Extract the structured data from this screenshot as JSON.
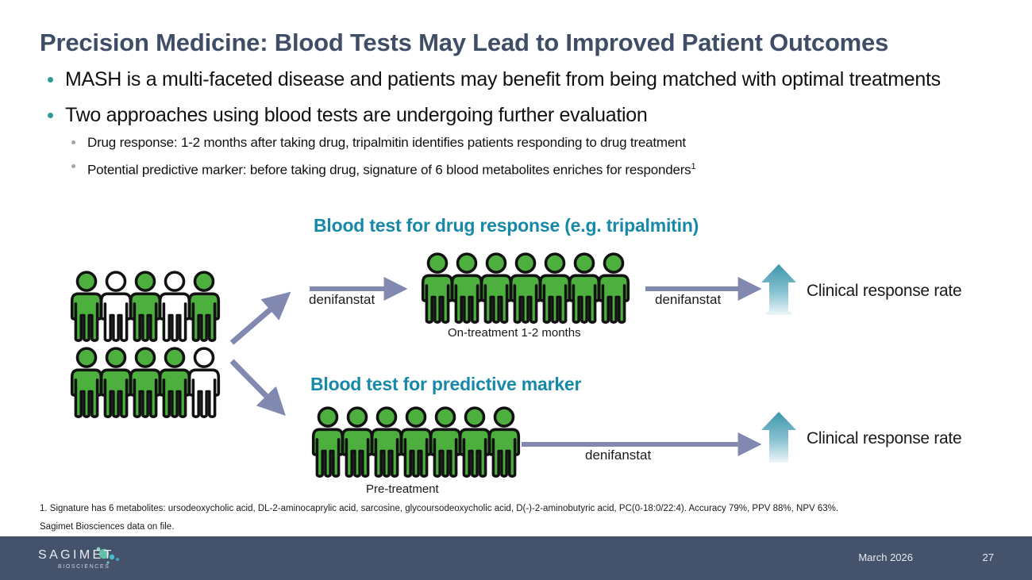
{
  "slide": {
    "title": "Precision Medicine: Blood Tests May Lead to Improved Patient Outcomes",
    "bullets": [
      {
        "level": 1,
        "text": "MASH is a multi-faceted disease and patients may benefit from being matched with optimal treatments"
      },
      {
        "level": 1,
        "text": "Two approaches using blood tests are undergoing further evaluation"
      },
      {
        "level": 2,
        "text": "Drug response: 1-2 months after taking drug, tripalmitin identifies patients responding to drug treatment"
      },
      {
        "level": 2,
        "text": "Potential predictive marker: before taking drug, signature of 6 blood metabolites enriches for responders",
        "superscript": "1"
      }
    ]
  },
  "diagram": {
    "heading_drug_response": "Blood test for drug response (e.g. tripalmitin)",
    "heading_predictive_marker": "Blood test for predictive marker",
    "baseline_group": {
      "row1": [
        "green",
        "white",
        "green",
        "white",
        "green"
      ],
      "row2": [
        "green",
        "green",
        "green",
        "green",
        "white"
      ]
    },
    "drug_response_branch": {
      "arrow_label": "denifanstat",
      "people": [
        "green",
        "green",
        "green",
        "green",
        "green",
        "green",
        "green"
      ],
      "group_label": "On-treatment 1-2 months",
      "outcome_arrow_label": "denifanstat",
      "outcome_label": "Clinical response rate",
      "outcome_direction": "up"
    },
    "predictive_marker_branch": {
      "people": [
        "green",
        "green",
        "green",
        "green",
        "green",
        "green",
        "green"
      ],
      "group_label": "Pre-treatment",
      "outcome_arrow_label": "denifanstat",
      "outcome_label": "Clinical response rate",
      "outcome_direction": "up"
    }
  },
  "footnotes": [
    "1. Signature has 6 metabolites: ursodeoxycholic acid, DL-2-aminocaprylic acid, sarcosine, glycoursodeoxycholic acid, D(-)-2-aminobutyric acid, PC(0-18:0/22:4). Accuracy 79%, PPV 88%, NPV 63%.",
    "Sagimet Biosciences data on file."
  ],
  "footer": {
    "logo_word": "SAGIMET",
    "logo_sub": "BIOSCIENCES",
    "date": "March 2026",
    "page_number": "27"
  },
  "colors": {
    "title": "#3f4e66",
    "teal_heading": "#1789a8",
    "bullet_teal": "#2f9a9a",
    "bullet_gray": "#a6a6a6",
    "person_green": "#4caf3e",
    "person_white": "#ffffff",
    "person_outline": "#111111",
    "arrow_purple": "#8189b0",
    "footer_bar": "#45526b",
    "logo_dot": "#5fc1a8"
  }
}
